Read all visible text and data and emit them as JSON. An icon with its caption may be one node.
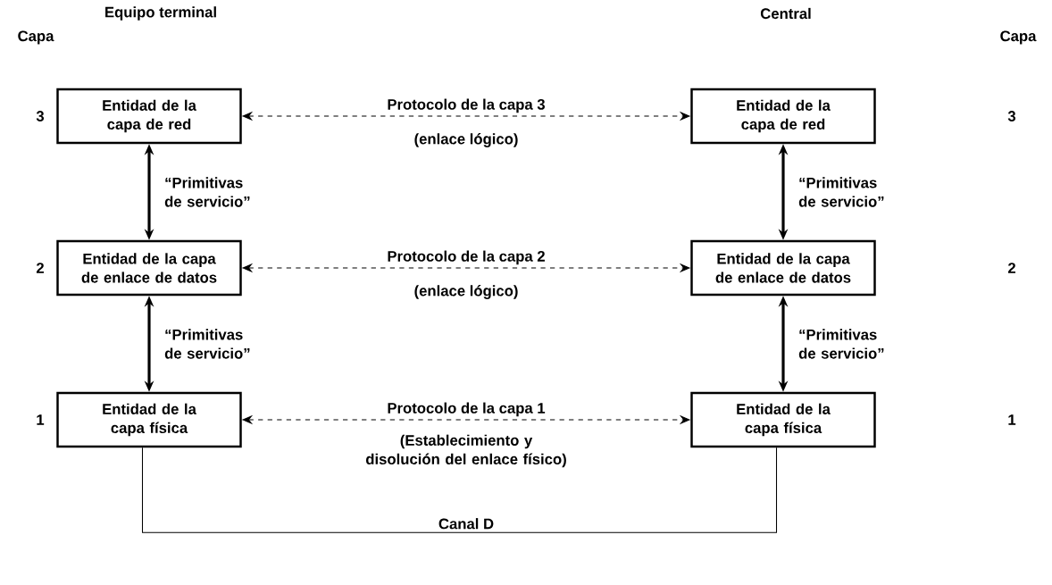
{
  "diagram": {
    "nodes": [
      {
        "text": [
          "Entidad de la capa de red"
        ]
      },
      {
        "text": [
          "Entidad de la capa de red"
        ]
      },
      {
        "text": [
          "Entidad de la capa de enlace de datos"
        ]
      },
      {
        "text": [
          "Entidad de la capa de enlace de datos"
        ]
      },
      {
        "text": [
          "Entidad de la capa física"
        ]
      },
      {
        "text": [
          "Entidad de la capa física"
        ]
      }
    ],
    "edges": [
      {
        "from": 0,
        "to": 1,
        "arrow": "both",
        "style": "dashed",
        "label": "Protocolo de la capa 3"
      },
      {
        "from": 0,
        "to": 2,
        "arrow": "both",
        "style": "thick",
        "label": "“Primitivas de servicio”"
      },
      {
        "from": 1,
        "to": 3,
        "arrow": "both",
        "style": "thick",
        "label": "“Primitivas de servicio”"
      },
      {
        "from": 2,
        "to": 3,
        "arrow": "both",
        "style": "dashed",
        "label": "Protocolo de la capa 2"
      },
      {
        "from": 2,
        "to": 4,
        "arrow": "both",
        "style": "thick",
        "label": "“Primitivas de servicio”"
      },
      {
        "from": 3,
        "to": 5,
        "arrow": "both",
        "style": "thick",
        "label": "“Primitivas de servicio”"
      },
      {
        "from": 4,
        "to": 5,
        "arrow": "both",
        "style": "dashed",
        "label": "Protocolo de la capa 1"
      },
      {
        "from": 4,
        "to": 5,
        "arrow": "none",
        "label": "Canal D"
      }
    ],
    "labels": [
      "Equipo terminal",
      "Central",
      "Capa",
      "Capa",
      "3",
      "(enlace lógico)",
      "3",
      "2",
      "(enlace lógico)",
      "2",
      "1",
      "(Establecimiento y disolución del enlace físico)",
      "1"
    ]
  }
}
